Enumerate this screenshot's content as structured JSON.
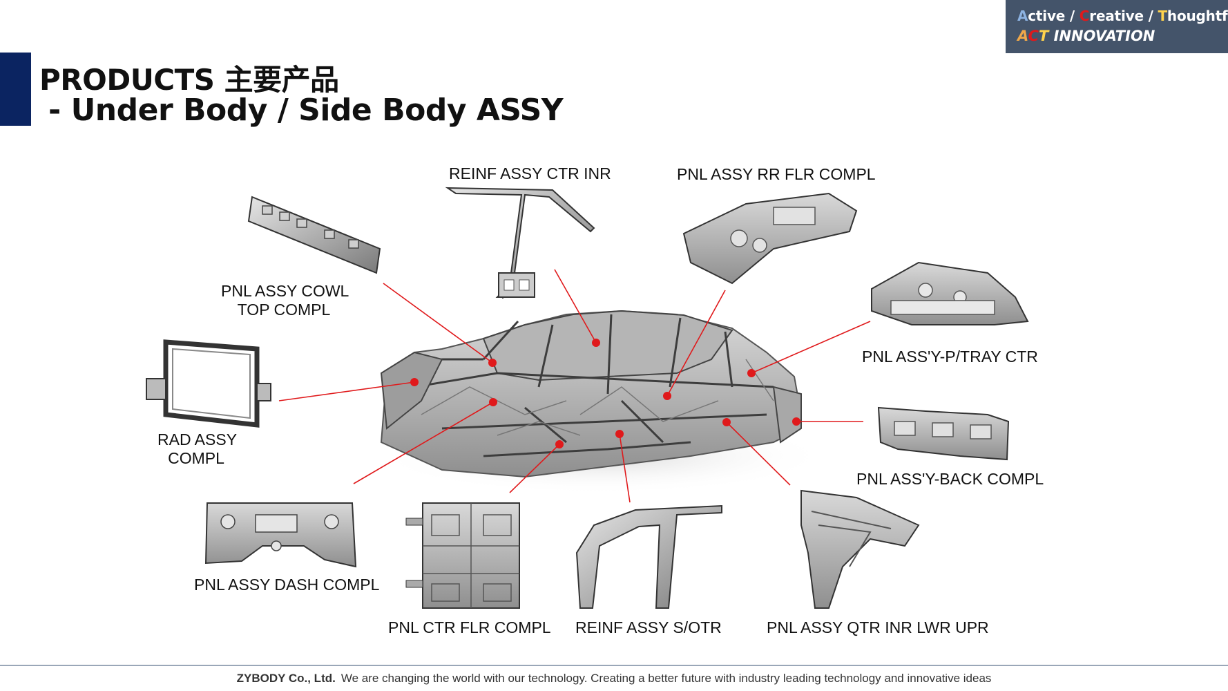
{
  "badge": {
    "line1": {
      "a": "A",
      "ctive": "ctive / ",
      "c": "C",
      "reative": "reative / ",
      "t": "T",
      "houghtful": "houghtful"
    },
    "line2": {
      "a": "A",
      "c": "C",
      "t": "T",
      "rest": " INNOVATION"
    }
  },
  "title": {
    "line1": "PRODUCTS 主要产品",
    "line2": " - Under Body / Side Body ASSY"
  },
  "labels": {
    "reinf_ctr_inr": "REINF ASSY CTR INR",
    "pnl_rr_flr": "PNL ASSY RR FLR COMPL",
    "cowl_top_1": "PNL ASSY COWL",
    "cowl_top_2": "TOP COMPL",
    "p_tray": "PNL ASS'Y-P/TRAY CTR",
    "rad_1": "RAD ASSY",
    "rad_2": "COMPL",
    "back_compl": "PNL ASS'Y-BACK COMPL",
    "dash_compl": "PNL ASSY DASH COMPL",
    "ctr_flr": "PNL CTR FLR COMPL",
    "reinf_sotr": "REINF ASSY S/OTR",
    "qtr_inr": "PNL ASSY QTR INR LWR UPR"
  },
  "footer": {
    "company": "ZYBODY Co., Ltd.",
    "slogan": "We are changing the world with our technology. Creating a better future with industry leading technology and innovative ideas"
  },
  "colors": {
    "badge_bg": "#44546a",
    "title_bar": "#0b2461",
    "callout": "#e0191b"
  },
  "icons": [
    "car-body-in-white",
    "cowl-top-part",
    "radiator-support-part",
    "dash-panel-part",
    "center-floor-part",
    "side-outer-part",
    "quarter-inner-part",
    "back-panel-part",
    "package-tray-part",
    "rear-floor-part",
    "center-pillar-part"
  ]
}
